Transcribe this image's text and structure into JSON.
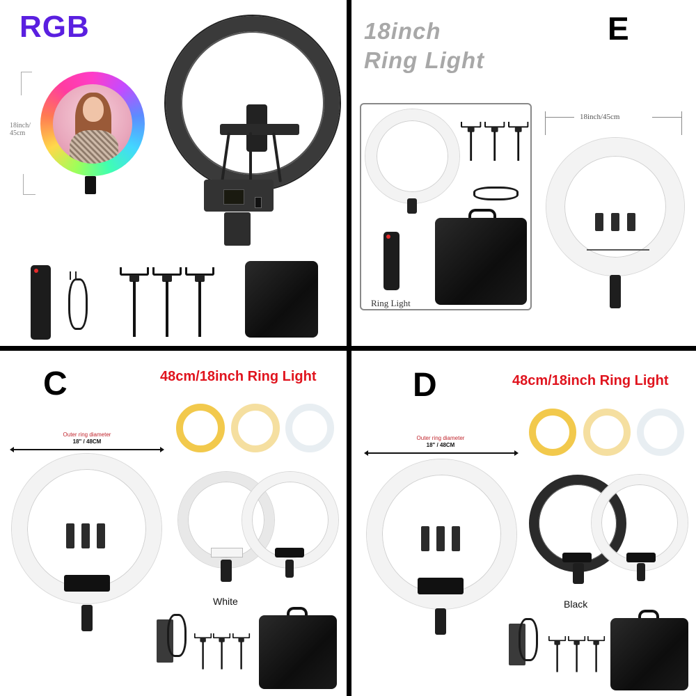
{
  "panels": {
    "rgb": {
      "title": "RGB",
      "title_color": "#5a1fe0",
      "dimension_label_line1": "18inch/",
      "dimension_label_line2": "45cm",
      "items": [
        "rgb-ring-light-with-model",
        "black-ring-light-with-triple-phone-holder",
        "remote-control",
        "power-cord",
        "phone-holder",
        "phone-holder",
        "phone-holder",
        "carry-bag"
      ]
    },
    "e": {
      "title_line1": "18inch",
      "title_line2": "Ring Light",
      "title_color": "#a8a8a8",
      "variant_letter": "E",
      "box_caption": "Ring Light",
      "dimension_label": "18inch/45cm",
      "items": [
        "white-ring-light",
        "phone-holder",
        "phone-holder",
        "phone-holder",
        "power-cable",
        "remote-control",
        "carry-bag",
        "white-ring-light-large"
      ]
    },
    "c": {
      "variant_letter": "C",
      "headline": "48cm/18inch Ring Light",
      "headline_color": "#e0141e",
      "outer_ring_label": "Outer ring diameter",
      "outer_ring_dimension": "18\" / 48CM",
      "color_temps": [
        "#f2c94c",
        "#f5dfa0",
        "#e8eef2"
      ],
      "color_label": "White",
      "items": [
        "white-ring-light",
        "white-ring-back",
        "white-ring-front",
        "power-adapter",
        "phone-holder",
        "phone-holder",
        "phone-holder",
        "carry-bag"
      ]
    },
    "d": {
      "variant_letter": "D",
      "headline": "48cm/18inch Ring Light",
      "headline_color": "#e0141e",
      "outer_ring_label": "Outer ring diameter",
      "outer_ring_dimension": "18\" / 48CM",
      "color_temps": [
        "#f2c94c",
        "#f5dfa0",
        "#e8eef2"
      ],
      "color_label": "Black",
      "items": [
        "white-ring-light",
        "black-ring-back",
        "white-ring-front",
        "power-adapter",
        "phone-holder",
        "phone-holder",
        "phone-holder",
        "carry-bag"
      ]
    }
  },
  "colors": {
    "divider": "#000000",
    "background": "#ffffff"
  }
}
